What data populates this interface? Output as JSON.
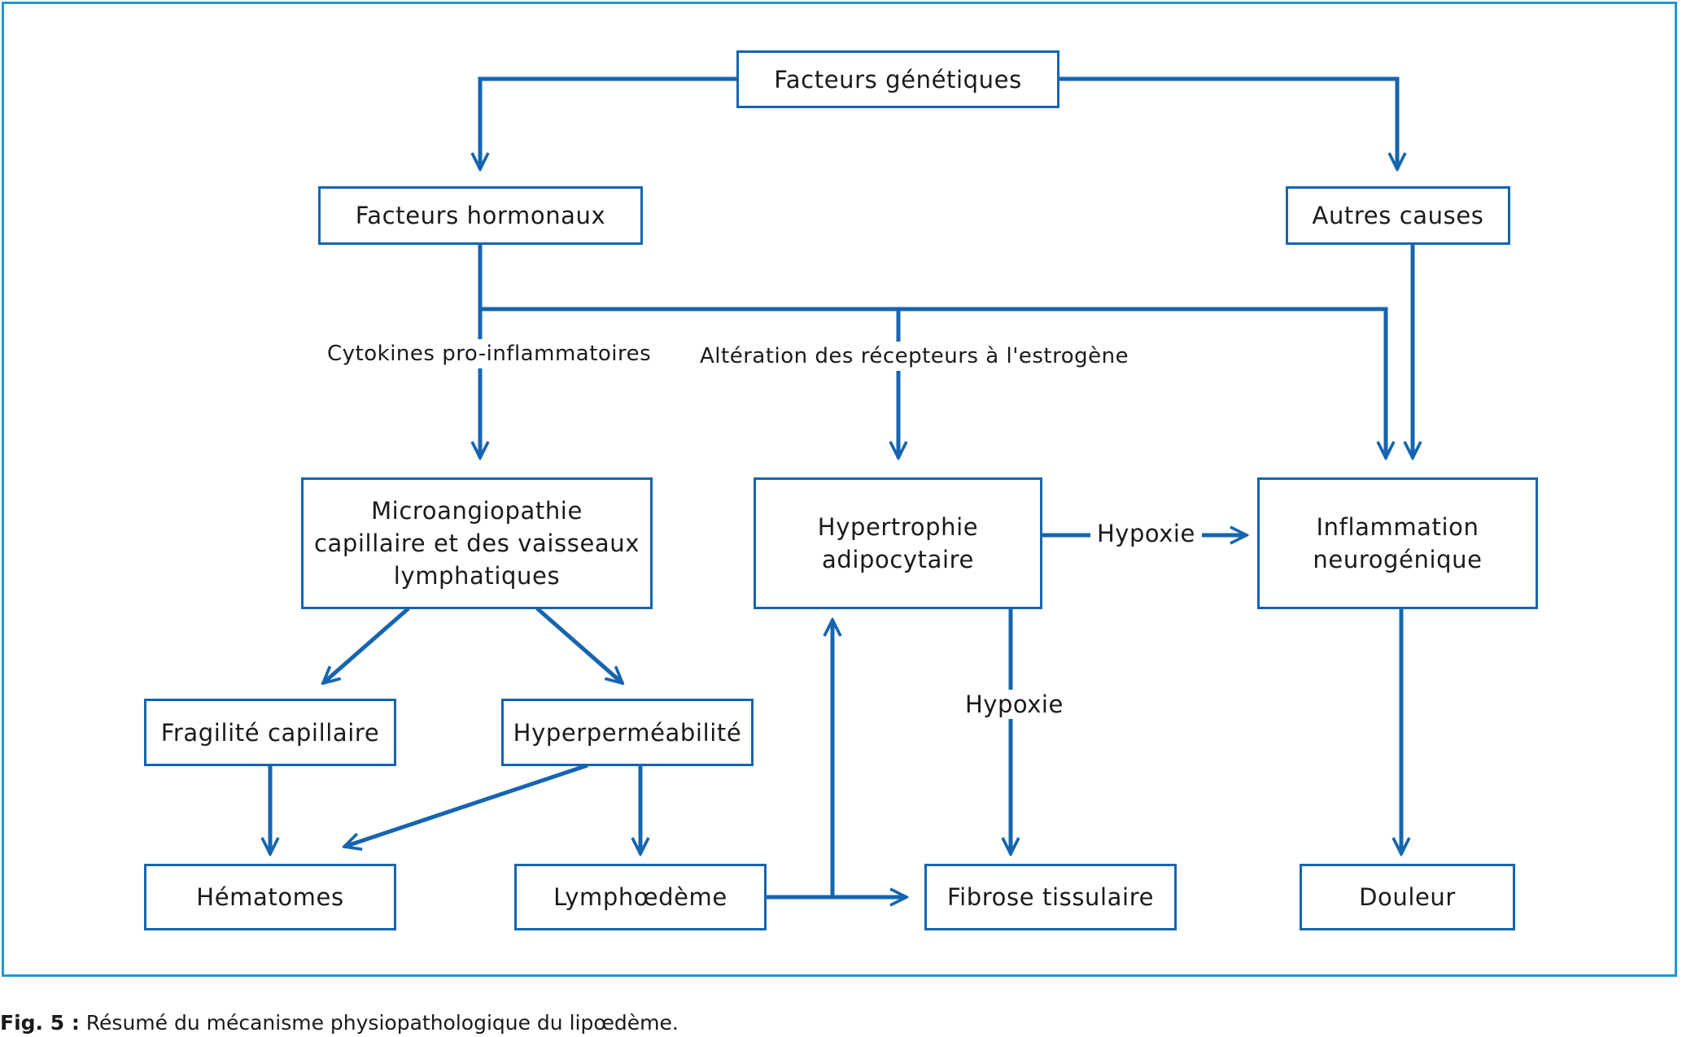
{
  "nodes": {
    "genetiques": "Facteurs génétiques",
    "hormonaux": "Facteurs hormonaux",
    "autres": "Autres causes",
    "microangio": "Microangiopathie\ncapillaire et des vaisseaux\nlymphatiques",
    "hypertrophie": "Hypertrophie\nadipocytaire",
    "inflammation": "Inflammation\nneurogénique",
    "fragilite": "Fragilité capillaire",
    "hyperpermeabilite": "Hyperperméabilité",
    "hematomes": "Hématomes",
    "lymphoedeme": "Lymphœdème",
    "fibrose": "Fibrose tissulaire",
    "douleur": "Douleur"
  },
  "edge_labels": {
    "cytokines": "Cytokines pro-inflammatoires",
    "alteration": "Altération des récepteurs à l'estrogène",
    "hypoxie_right": "Hypoxie",
    "hypoxie_down": "Hypoxie"
  },
  "caption": {
    "label": "Fig. 5 :",
    "text": " Résumé du mécanisme physiopathologique du lipœdème."
  },
  "colors": {
    "line": "#1565b0",
    "frame": "#1b97d6"
  }
}
